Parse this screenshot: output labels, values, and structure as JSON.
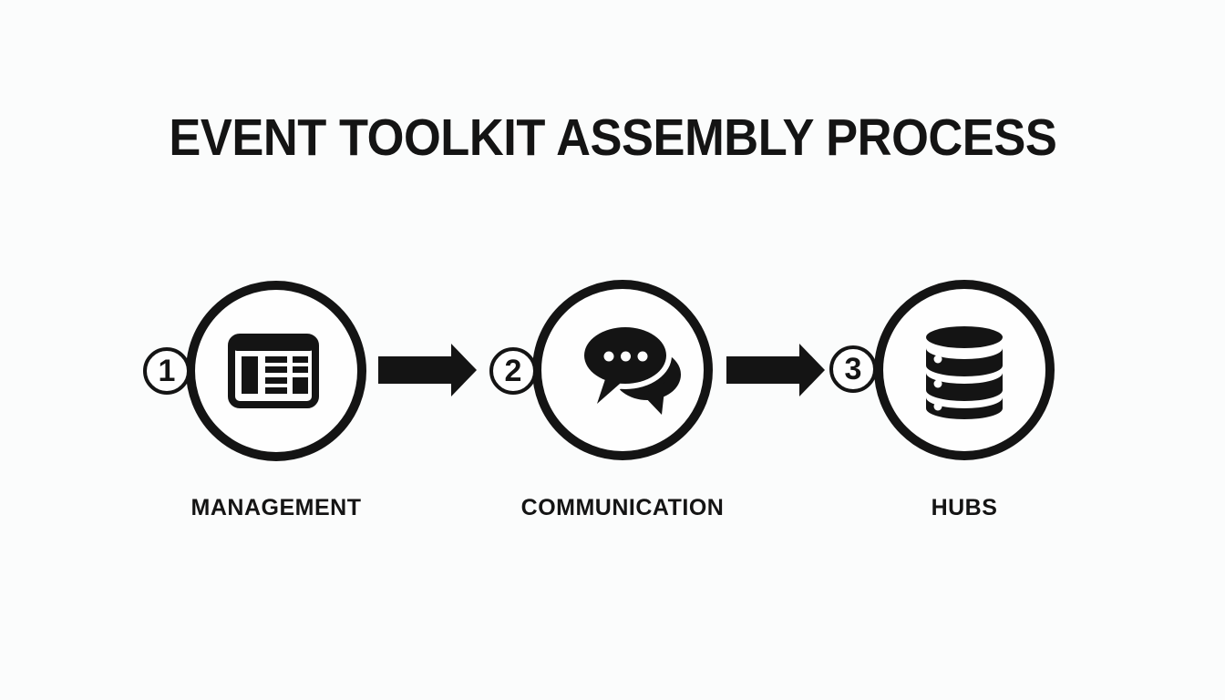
{
  "title": "EVENT TOOLKIT ASSEMBLY PROCESS",
  "colors": {
    "background": "#fbfcfc",
    "ink": "#141414"
  },
  "steps": [
    {
      "number": "1",
      "label": "MANAGEMENT",
      "icon": "table-grid-icon"
    },
    {
      "number": "2",
      "label": "COMMUNICATION",
      "icon": "chat-bubbles-icon"
    },
    {
      "number": "3",
      "label": "HUBS",
      "icon": "database-icon"
    }
  ],
  "connectors": [
    {
      "type": "arrow-right"
    },
    {
      "type": "arrow-right"
    }
  ]
}
